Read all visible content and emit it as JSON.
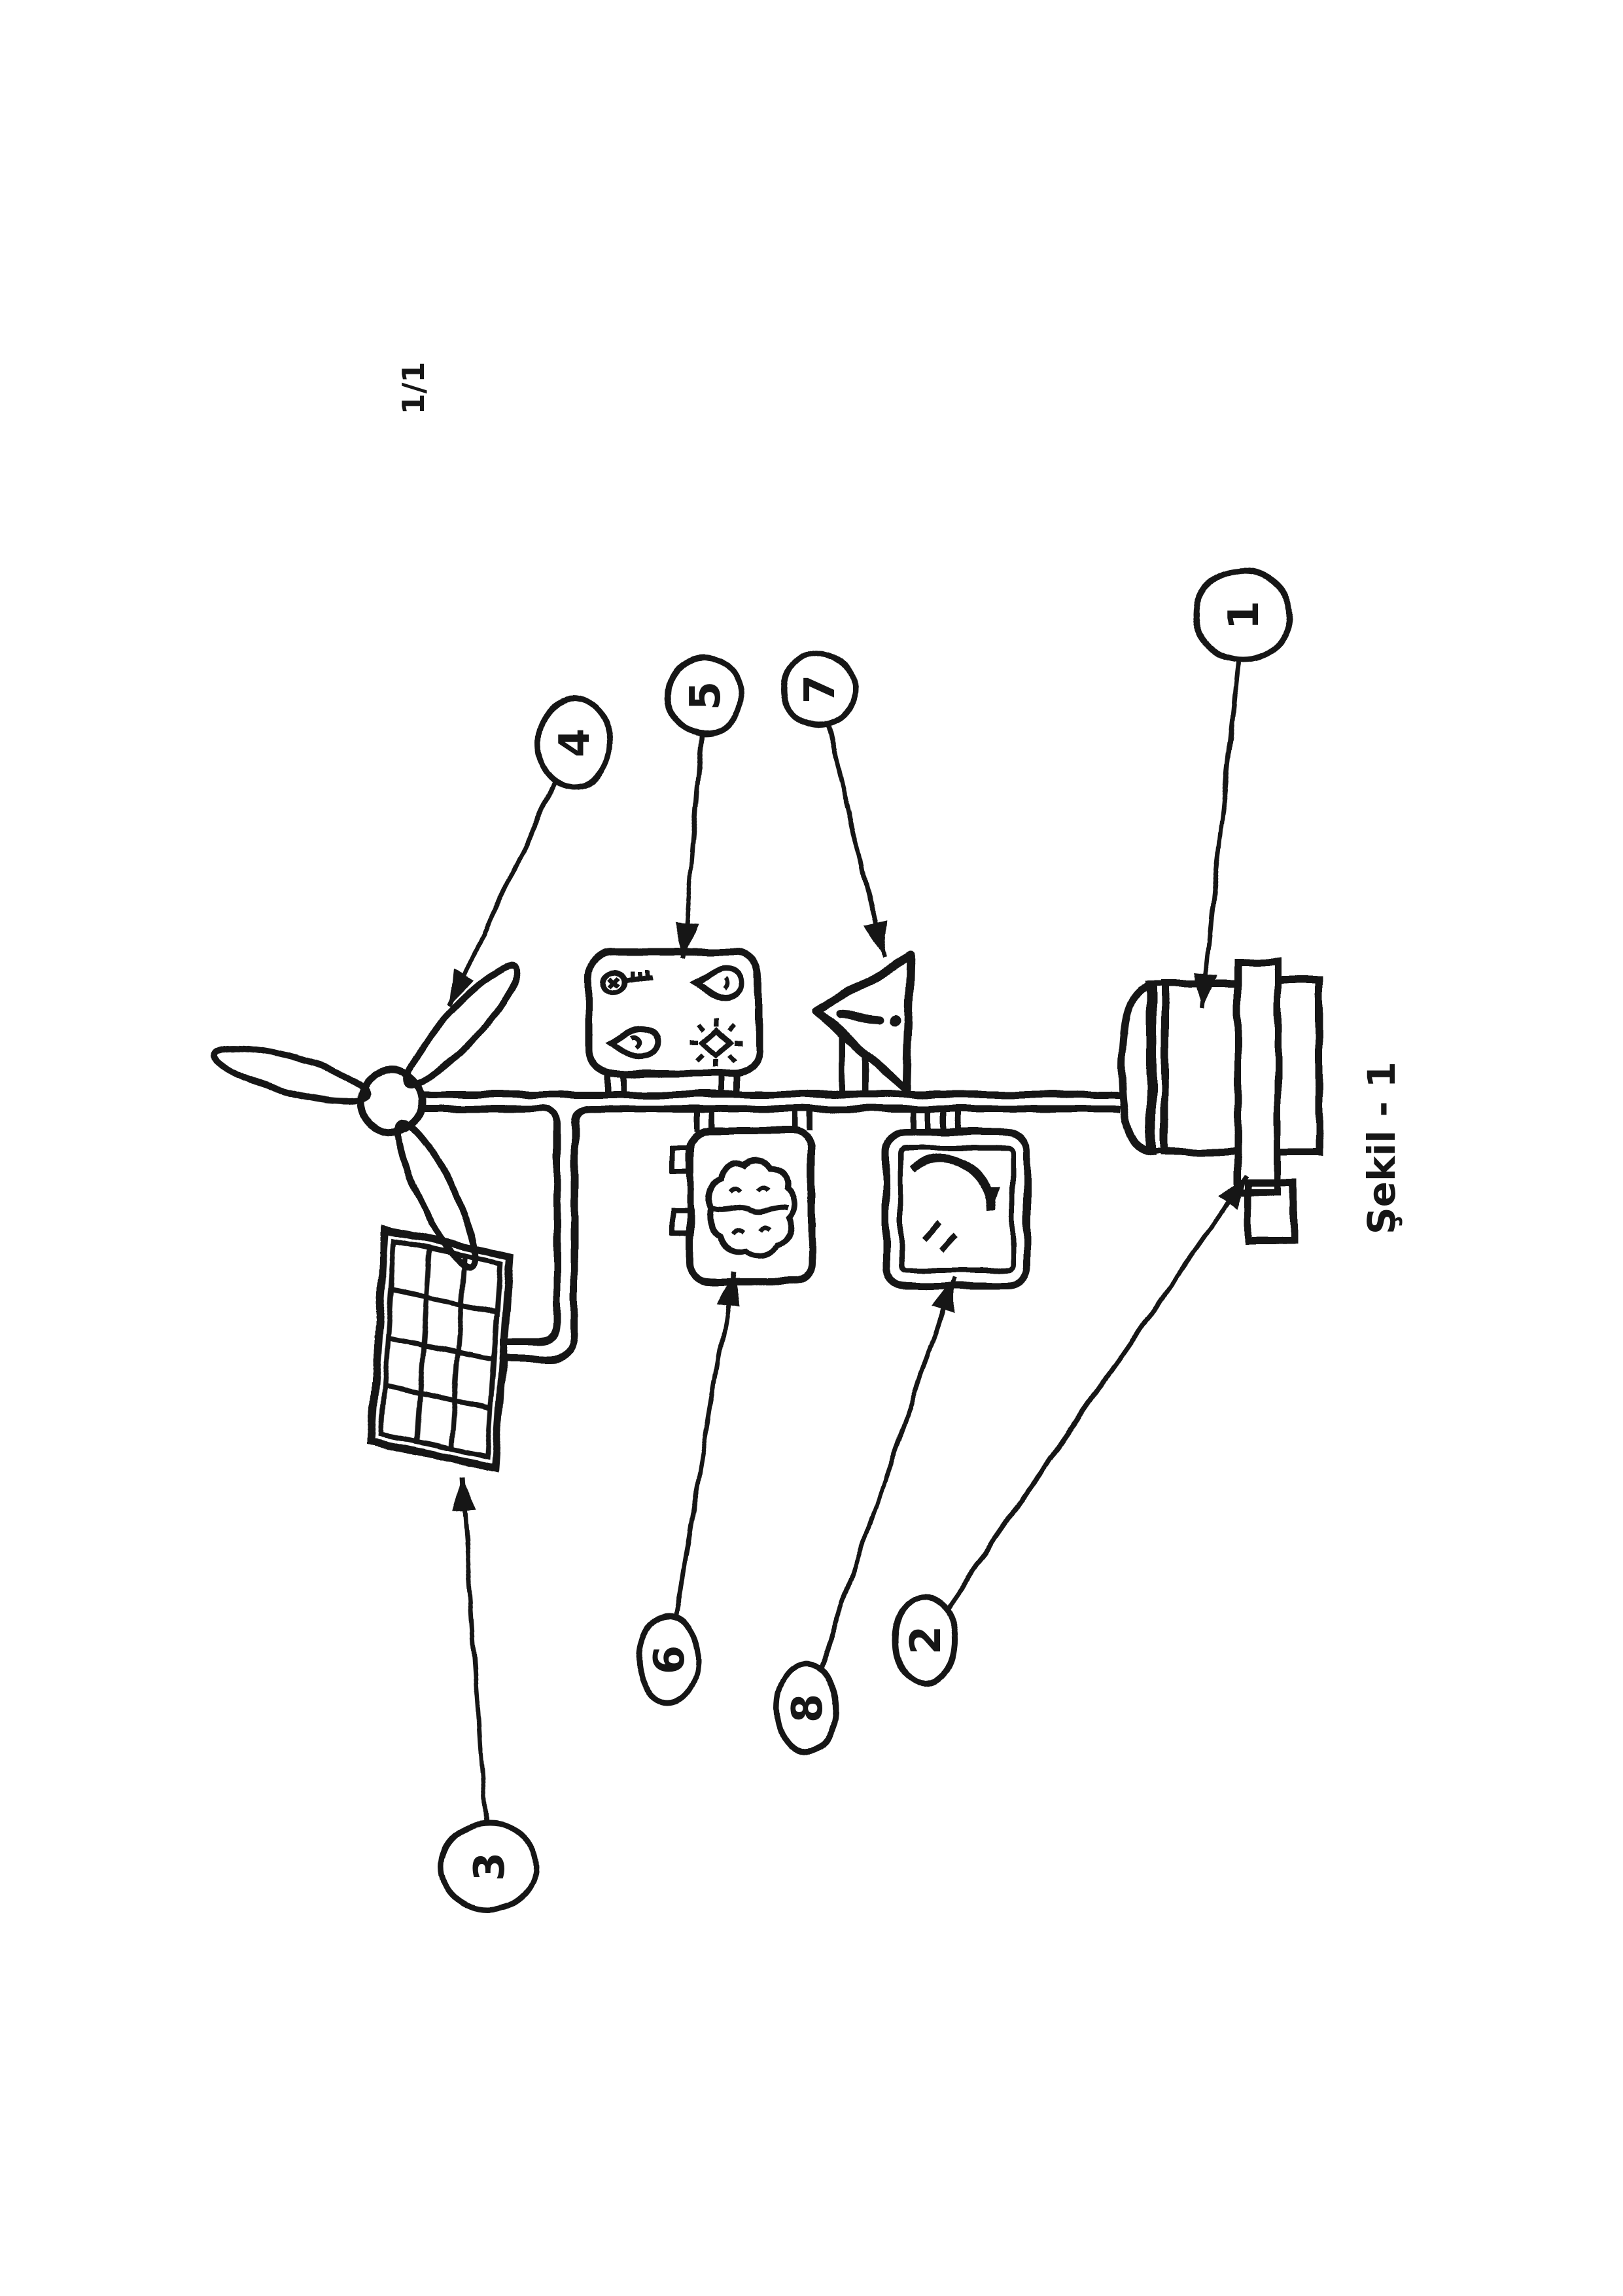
{
  "page": {
    "sheet_label": "1/1",
    "figure_caption": "Şekil - 1"
  },
  "colors": {
    "ink": "#161616",
    "paper": "#ffffff"
  },
  "references": [
    {
      "label": "1",
      "points_to": "tank-motor-body"
    },
    {
      "label": "2",
      "points_to": "tank-flange-outlet"
    },
    {
      "label": "3",
      "points_to": "solar-panel"
    },
    {
      "label": "4",
      "points_to": "wind-turbine-blade"
    },
    {
      "label": "5",
      "points_to": "sensor-icons-box"
    },
    {
      "label": "6",
      "points_to": "controller-brain-box"
    },
    {
      "label": "7",
      "points_to": "alarm-warning-triangle"
    },
    {
      "label": "8",
      "points_to": "flow-arrow-box"
    }
  ],
  "icons": {
    "sensor_box": [
      "water-drop-icon",
      "key-icon",
      "sun-icon",
      "water-drop-icon"
    ],
    "controller_box": "brain-icon",
    "warning_triangle": "exclamation-icon",
    "flow_box": "curved-flow-arrow-icon"
  }
}
